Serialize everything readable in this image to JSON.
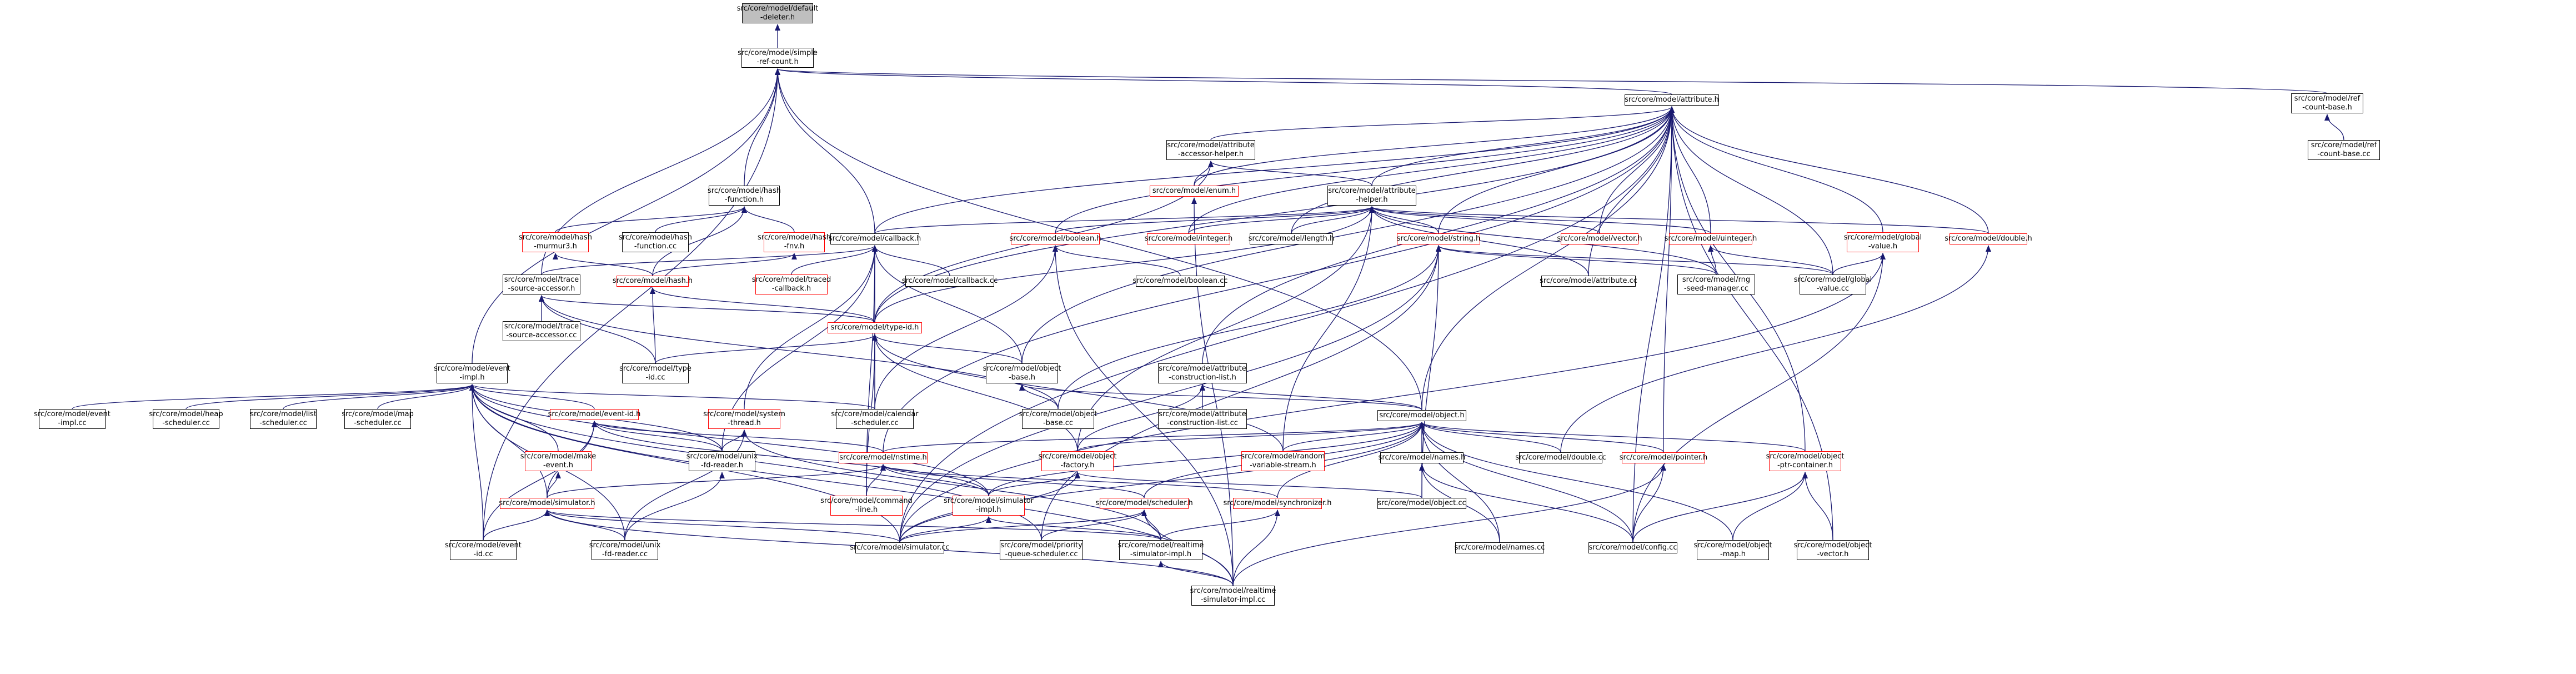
{
  "title": "",
  "colors": {
    "edge": "#191970",
    "node_border": "#000000",
    "truncated_border": "#ff0000",
    "root_fill": "#bfbfbf"
  },
  "nodes": [
    {
      "id": "default-deleter.h",
      "label": "src/core/model/default\n-deleter.h",
      "root": true
    },
    {
      "id": "simple-ref-count.h",
      "label": "src/core/model/simple\n-ref-count.h"
    },
    {
      "id": "attribute.h",
      "label": "src/core/model/attribute.h"
    },
    {
      "id": "ref-count-base.h",
      "label": "src/core/model/ref\n-count-base.h"
    },
    {
      "id": "ref-count-base.cc",
      "label": "src/core/model/ref\n-count-base.cc"
    },
    {
      "id": "attribute-accessor-helper.h",
      "label": "src/core/model/attribute\n-accessor-helper.h"
    },
    {
      "id": "hash-function.h",
      "label": "src/core/model/hash\n-function.h"
    },
    {
      "id": "hash-murmur3.h",
      "label": "src/core/model/hash\n-murmur3.h",
      "truncated": true
    },
    {
      "id": "hash-function.cc",
      "label": "src/core/model/hash\n-function.cc"
    },
    {
      "id": "hash-fnv.h",
      "label": "src/core/model/hash\n-fnv.h",
      "truncated": true
    },
    {
      "id": "enum.h",
      "label": "src/core/model/enum.h",
      "truncated": true
    },
    {
      "id": "attribute-helper.h",
      "label": "src/core/model/attribute\n-helper.h"
    },
    {
      "id": "callback.h",
      "label": "src/core/model/callback.h"
    },
    {
      "id": "boolean.h",
      "label": "src/core/model/boolean.h",
      "truncated": true
    },
    {
      "id": "integer.h",
      "label": "src/core/model/integer.h",
      "truncated": true
    },
    {
      "id": "length.h",
      "label": "src/core/model/length.h"
    },
    {
      "id": "string.h",
      "label": "src/core/model/string.h",
      "truncated": true
    },
    {
      "id": "vector.h",
      "label": "src/core/model/vector.h",
      "truncated": true
    },
    {
      "id": "uinteger.h",
      "label": "src/core/model/uinteger.h",
      "truncated": true
    },
    {
      "id": "global-value.h",
      "label": "src/core/model/global\n-value.h",
      "truncated": true
    },
    {
      "id": "double.h",
      "label": "src/core/model/double.h",
      "truncated": true
    },
    {
      "id": "trace-source-accessor.h",
      "label": "src/core/model/trace\n-source-accessor.h"
    },
    {
      "id": "hash.h",
      "label": "src/core/model/hash.h",
      "truncated": true
    },
    {
      "id": "traced-callback.h",
      "label": "src/core/model/traced\n-callback.h",
      "truncated": true
    },
    {
      "id": "callback.cc",
      "label": "src/core/model/callback.cc"
    },
    {
      "id": "boolean.cc",
      "label": "src/core/model/boolean.cc"
    },
    {
      "id": "attribute.cc",
      "label": "src/core/model/attribute.cc"
    },
    {
      "id": "rng-seed-manager.cc",
      "label": "src/core/model/rng\n-seed-manager.cc"
    },
    {
      "id": "global-value.cc",
      "label": "src/core/model/global\n-value.cc"
    },
    {
      "id": "trace-source-accessor.cc",
      "label": "src/core/model/trace\n-source-accessor.cc"
    },
    {
      "id": "type-id.h",
      "label": "src/core/model/type-id.h",
      "truncated": true
    },
    {
      "id": "type-id.cc",
      "label": "src/core/model/type\n-id.cc"
    },
    {
      "id": "event-impl.h",
      "label": "src/core/model/event\n-impl.h"
    },
    {
      "id": "system-thread.h",
      "label": "src/core/model/system\n-thread.h",
      "truncated": true
    },
    {
      "id": "object-base.h",
      "label": "src/core/model/object\n-base.h"
    },
    {
      "id": "attribute-construction-list.h",
      "label": "src/core/model/attribute\n-construction-list.h"
    },
    {
      "id": "event-impl.cc",
      "label": "src/core/model/event\n-impl.cc"
    },
    {
      "id": "heap-scheduler.cc",
      "label": "src/core/model/heap\n-scheduler.cc"
    },
    {
      "id": "list-scheduler.cc",
      "label": "src/core/model/list\n-scheduler.cc"
    },
    {
      "id": "map-scheduler.cc",
      "label": "src/core/model/map\n-scheduler.cc"
    },
    {
      "id": "event-id.h",
      "label": "src/core/model/event-id.h",
      "truncated": true
    },
    {
      "id": "calendar-scheduler.cc",
      "label": "src/core/model/calendar\n-scheduler.cc"
    },
    {
      "id": "object-base.cc",
      "label": "src/core/model/object\n-base.cc"
    },
    {
      "id": "attribute-construction-list.cc",
      "label": "src/core/model/attribute\n-construction-list.cc"
    },
    {
      "id": "object.h",
      "label": "src/core/model/object.h"
    },
    {
      "id": "make-event.h",
      "label": "src/core/model/make\n-event.h",
      "truncated": true
    },
    {
      "id": "unix-fd-reader.h",
      "label": "src/core/model/unix\n-fd-reader.h"
    },
    {
      "id": "nstime.h",
      "label": "src/core/model/nstime.h",
      "truncated": true
    },
    {
      "id": "object-factory.h",
      "label": "src/core/model/object\n-factory.h",
      "truncated": true
    },
    {
      "id": "random-variable-stream.h",
      "label": "src/core/model/random\n-variable-stream.h",
      "truncated": true
    },
    {
      "id": "names.h",
      "label": "src/core/model/names.h"
    },
    {
      "id": "double.cc",
      "label": "src/core/model/double.cc"
    },
    {
      "id": "pointer.h",
      "label": "src/core/model/pointer.h",
      "truncated": true
    },
    {
      "id": "object-ptr-container.h",
      "label": "src/core/model/object\n-ptr-container.h",
      "truncated": true
    },
    {
      "id": "simulator.h",
      "label": "src/core/model/simulator.h",
      "truncated": true
    },
    {
      "id": "command-line.h",
      "label": "src/core/model/command\n-line.h",
      "truncated": true
    },
    {
      "id": "simulator-impl.h",
      "label": "src/core/model/simulator\n-impl.h",
      "truncated": true
    },
    {
      "id": "scheduler.h",
      "label": "src/core/model/scheduler.h",
      "truncated": true
    },
    {
      "id": "synchronizer.h",
      "label": "src/core/model/synchronizer.h",
      "truncated": true
    },
    {
      "id": "object.cc",
      "label": "src/core/model/object.cc"
    },
    {
      "id": "names.cc",
      "label": "src/core/model/names.cc"
    },
    {
      "id": "config.cc",
      "label": "src/core/model/config.cc"
    },
    {
      "id": "object-map.h",
      "label": "src/core/model/object\n-map.h"
    },
    {
      "id": "object-vector.h",
      "label": "src/core/model/object\n-vector.h"
    },
    {
      "id": "event-id.cc",
      "label": "src/core/model/event\n-id.cc"
    },
    {
      "id": "unix-fd-reader.cc",
      "label": "src/core/model/unix\n-fd-reader.cc"
    },
    {
      "id": "simulator.cc",
      "label": "src/core/model/simulator.cc"
    },
    {
      "id": "priority-queue-scheduler.cc",
      "label": "src/core/model/priority\n-queue-scheduler.cc"
    },
    {
      "id": "realtime-simulator-impl.h",
      "label": "src/core/model/realtime\n-simulator-impl.h"
    },
    {
      "id": "realtime-simulator-impl.cc",
      "label": "src/core/model/realtime\n-simulator-impl.cc"
    }
  ],
  "edges": [
    [
      "default-deleter.h",
      "simple-ref-count.h"
    ],
    [
      "simple-ref-count.h",
      "attribute.h"
    ],
    [
      "simple-ref-count.h",
      "ref-count-base.h"
    ],
    [
      "simple-ref-count.h",
      "hash-function.h"
    ],
    [
      "simple-ref-count.h",
      "callback.h"
    ],
    [
      "simple-ref-count.h",
      "trace-source-accessor.h"
    ],
    [
      "simple-ref-count.h",
      "event-impl.h"
    ],
    [
      "simple-ref-count.h",
      "object.h"
    ],
    [
      "simple-ref-count.h",
      "event-id.cc"
    ],
    [
      "ref-count-base.h",
      "ref-count-base.cc"
    ],
    [
      "attribute.h",
      "attribute-accessor-helper.h"
    ],
    [
      "attribute.h",
      "attribute-helper.h"
    ],
    [
      "attribute.h",
      "enum.h"
    ],
    [
      "attribute.h",
      "callback.h"
    ],
    [
      "attribute.h",
      "boolean.h"
    ],
    [
      "attribute.h",
      "integer.h"
    ],
    [
      "attribute.h",
      "length.h"
    ],
    [
      "attribute.h",
      "string.h"
    ],
    [
      "attribute.h",
      "vector.h"
    ],
    [
      "attribute.h",
      "uinteger.h"
    ],
    [
      "attribute.h",
      "global-value.h"
    ],
    [
      "attribute.h",
      "double.h"
    ],
    [
      "attribute.h",
      "attribute.cc"
    ],
    [
      "attribute.h",
      "global-value.cc"
    ],
    [
      "attribute.h",
      "type-id.h"
    ],
    [
      "attribute.h",
      "object-base.h"
    ],
    [
      "attribute.h",
      "attribute-construction-list.h"
    ],
    [
      "attribute.h",
      "object.h"
    ],
    [
      "attribute.h",
      "nstime.h"
    ],
    [
      "attribute.h",
      "pointer.h"
    ],
    [
      "attribute.h",
      "object-ptr-container.h"
    ],
    [
      "attribute.h",
      "object-vector.h"
    ],
    [
      "attribute.h",
      "config.cc"
    ],
    [
      "attribute.h",
      "simulator.cc"
    ],
    [
      "attribute-accessor-helper.h",
      "enum.h"
    ],
    [
      "attribute-accessor-helper.h",
      "attribute-helper.h"
    ],
    [
      "attribute-accessor-helper.h",
      "type-id.h"
    ],
    [
      "hash-function.h",
      "hash-murmur3.h"
    ],
    [
      "hash-function.h",
      "hash-function.cc"
    ],
    [
      "hash-function.h",
      "hash-fnv.h"
    ],
    [
      "hash-function.h",
      "hash.h"
    ],
    [
      "hash-murmur3.h",
      "hash.h"
    ],
    [
      "hash-fnv.h",
      "hash.h"
    ],
    [
      "enum.h",
      "realtime-simulator-impl.cc"
    ],
    [
      "attribute-helper.h",
      "callback.h"
    ],
    [
      "attribute-helper.h",
      "boolean.h"
    ],
    [
      "attribute-helper.h",
      "integer.h"
    ],
    [
      "attribute-helper.h",
      "length.h"
    ],
    [
      "attribute-helper.h",
      "string.h"
    ],
    [
      "attribute-helper.h",
      "vector.h"
    ],
    [
      "attribute-helper.h",
      "uinteger.h"
    ],
    [
      "attribute-helper.h",
      "double.h"
    ],
    [
      "attribute-helper.h",
      "type-id.h"
    ],
    [
      "attribute-helper.h",
      "object-factory.h"
    ],
    [
      "attribute-helper.h",
      "random-variable-stream.h"
    ],
    [
      "attribute-helper.h",
      "rng-seed-manager.cc"
    ],
    [
      "attribute-helper.h",
      "attribute.cc"
    ],
    [
      "callback.h",
      "traced-callback.h"
    ],
    [
      "callback.h",
      "callback.cc"
    ],
    [
      "callback.h",
      "type-id.h"
    ],
    [
      "callback.h",
      "system-thread.h"
    ],
    [
      "callback.h",
      "object-base.h"
    ],
    [
      "callback.h",
      "calendar-scheduler.cc"
    ],
    [
      "callback.h",
      "command-line.h"
    ],
    [
      "callback.h",
      "unix-fd-reader.h"
    ],
    [
      "callback.h",
      "trace-source-accessor.h"
    ],
    [
      "boolean.h",
      "boolean.cc"
    ],
    [
      "boolean.h",
      "calendar-scheduler.cc"
    ],
    [
      "boolean.h",
      "realtime-simulator-impl.cc"
    ],
    [
      "string.h",
      "rng-seed-manager.cc"
    ],
    [
      "string.h",
      "global-value.cc"
    ],
    [
      "string.h",
      "object.cc"
    ],
    [
      "string.h",
      "object-base.cc"
    ],
    [
      "string.h",
      "simulator.cc"
    ],
    [
      "string.h",
      "priority-queue-scheduler.cc"
    ],
    [
      "uinteger.h",
      "rng-seed-manager.cc"
    ],
    [
      "uinteger.h",
      "global-value.cc"
    ],
    [
      "global-value.h",
      "global-value.cc"
    ],
    [
      "global-value.h",
      "config.cc"
    ],
    [
      "global-value.h",
      "simulator.cc"
    ],
    [
      "double.h",
      "double.cc"
    ],
    [
      "trace-source-accessor.h",
      "trace-source-accessor.cc"
    ],
    [
      "trace-source-accessor.h",
      "type-id.h"
    ],
    [
      "trace-source-accessor.h",
      "type-id.cc"
    ],
    [
      "trace-source-accessor.h",
      "object-base.cc"
    ],
    [
      "hash.h",
      "type-id.h"
    ],
    [
      "hash.h",
      "type-id.cc"
    ],
    [
      "type-id.h",
      "type-id.cc"
    ],
    [
      "type-id.h",
      "object-base.h"
    ],
    [
      "type-id.h",
      "calendar-scheduler.cc"
    ],
    [
      "type-id.h",
      "object-factory.h"
    ],
    [
      "type-id.h",
      "command-line.h"
    ],
    [
      "type-id.h",
      "random-variable-stream.h"
    ],
    [
      "object-base.h",
      "object-base.cc"
    ],
    [
      "object-base.h",
      "object.h"
    ],
    [
      "attribute-construction-list.h",
      "attribute-construction-list.cc"
    ],
    [
      "attribute-construction-list.h",
      "object-factory.h"
    ],
    [
      "attribute-construction-list.h",
      "object.h"
    ],
    [
      "event-impl.h",
      "event-impl.cc"
    ],
    [
      "event-impl.h",
      "heap-scheduler.cc"
    ],
    [
      "event-impl.h",
      "list-scheduler.cc"
    ],
    [
      "event-impl.h",
      "map-scheduler.cc"
    ],
    [
      "event-impl.h",
      "event-id.h"
    ],
    [
      "event-impl.h",
      "calendar-scheduler.cc"
    ],
    [
      "event-impl.h",
      "make-event.h"
    ],
    [
      "event-impl.h",
      "unix-fd-reader.h"
    ],
    [
      "event-impl.h",
      "simulator.h"
    ],
    [
      "event-impl.h",
      "simulator-impl.h"
    ],
    [
      "event-impl.h",
      "event-id.cc"
    ],
    [
      "event-impl.h",
      "unix-fd-reader.cc"
    ],
    [
      "event-impl.h",
      "simulator.cc"
    ],
    [
      "event-impl.h",
      "realtime-simulator-impl.cc"
    ],
    [
      "event-impl.h",
      "priority-queue-scheduler.cc"
    ],
    [
      "system-thread.h",
      "unix-fd-reader.h"
    ],
    [
      "system-thread.h",
      "realtime-simulator-impl.h"
    ],
    [
      "system-thread.h",
      "unix-fd-reader.cc"
    ],
    [
      "event-id.h",
      "nstime.h"
    ],
    [
      "event-id.h",
      "simulator.h"
    ],
    [
      "event-id.h",
      "unix-fd-reader.h"
    ],
    [
      "event-id.h",
      "simulator-impl.h"
    ],
    [
      "event-id.h",
      "event-id.cc"
    ],
    [
      "make-event.h",
      "simulator.h"
    ],
    [
      "unix-fd-reader.h",
      "unix-fd-reader.cc"
    ],
    [
      "object.h",
      "nstime.h"
    ],
    [
      "object.h",
      "object-factory.h"
    ],
    [
      "object.h",
      "random-variable-stream.h"
    ],
    [
      "object.h",
      "names.h"
    ],
    [
      "object.h",
      "double.cc"
    ],
    [
      "object.h",
      "pointer.h"
    ],
    [
      "object.h",
      "object-ptr-container.h"
    ],
    [
      "object.h",
      "scheduler.h"
    ],
    [
      "object.h",
      "synchronizer.h"
    ],
    [
      "object.h",
      "object.cc"
    ],
    [
      "object.h",
      "names.cc"
    ],
    [
      "object.h",
      "config.cc"
    ],
    [
      "object.h",
      "object-map.h"
    ],
    [
      "object.h",
      "simulator-impl.h"
    ],
    [
      "object.h",
      "simulator.cc"
    ],
    [
      "nstime.h",
      "simulator.h"
    ],
    [
      "nstime.h",
      "command-line.h"
    ],
    [
      "nstime.h",
      "simulator-impl.h"
    ],
    [
      "nstime.h",
      "scheduler.h"
    ],
    [
      "nstime.h",
      "synchronizer.h"
    ],
    [
      "object-factory.h",
      "simulator-impl.h"
    ],
    [
      "object-factory.h",
      "object.cc"
    ],
    [
      "object-factory.h",
      "simulator.cc"
    ],
    [
      "names.h",
      "names.cc"
    ],
    [
      "names.h",
      "config.cc"
    ],
    [
      "pointer.h",
      "config.cc"
    ],
    [
      "pointer.h",
      "realtime-simulator-impl.cc"
    ],
    [
      "object-ptr-container.h",
      "config.cc"
    ],
    [
      "object-ptr-container.h",
      "object-map.h"
    ],
    [
      "object-ptr-container.h",
      "object-vector.h"
    ],
    [
      "simulator.h",
      "event-id.cc"
    ],
    [
      "simulator.h",
      "unix-fd-reader.cc"
    ],
    [
      "simulator.h",
      "simulator.cc"
    ],
    [
      "simulator.h",
      "realtime-simulator-impl.h"
    ],
    [
      "simulator.h",
      "realtime-simulator-impl.cc"
    ],
    [
      "simulator-impl.h",
      "simulator.cc"
    ],
    [
      "simulator-impl.h",
      "realtime-simulator-impl.h"
    ],
    [
      "scheduler.h",
      "simulator.cc"
    ],
    [
      "scheduler.h",
      "priority-queue-scheduler.cc"
    ],
    [
      "scheduler.h",
      "realtime-simulator-impl.h"
    ],
    [
      "scheduler.h",
      "realtime-simulator-impl.cc"
    ],
    [
      "synchronizer.h",
      "realtime-simulator-impl.h"
    ],
    [
      "synchronizer.h",
      "realtime-simulator-impl.cc"
    ],
    [
      "realtime-simulator-impl.h",
      "realtime-simulator-impl.cc"
    ]
  ]
}
